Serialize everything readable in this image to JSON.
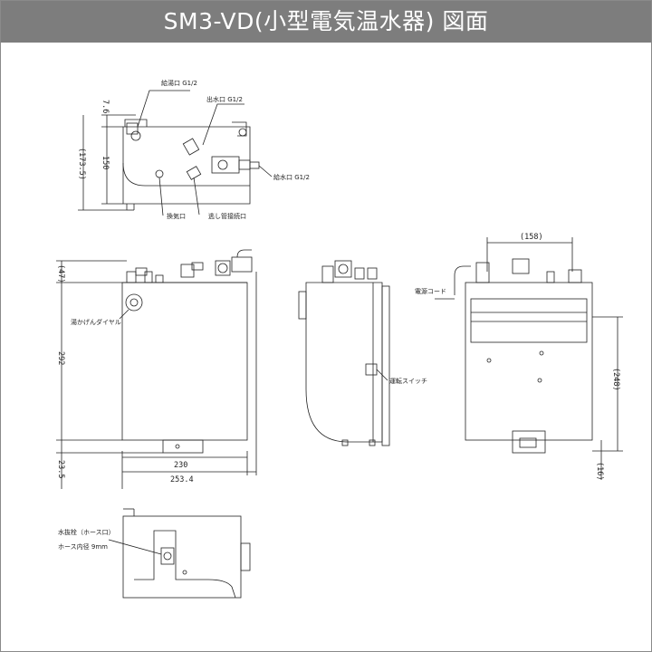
{
  "header": {
    "title": "SM3-VD(小型電気温水器) 図面"
  },
  "labels": {
    "relief_port": "給湯口 G1/2",
    "outlet": "出水口 G1/2",
    "inlet": "給水口 G1/2",
    "vent": "換気口",
    "overflow": "逃し管接続口",
    "temp_dial": "湯かげんダイヤル",
    "power_cord": "電源コード",
    "run_switch": "運転スイッチ",
    "drain_plug": "水抜栓（ホース口）",
    "hose_inner": "ホース内径 9mm"
  },
  "dimensions": {
    "top_gap": "7.6",
    "top_height": "150",
    "top_total": "(173.5)",
    "front_top": "(47)",
    "front_height": "292",
    "front_bottom": "23.5",
    "front_width": "230",
    "front_overall": "253.4",
    "back_span": "(158)",
    "back_height": "(248)",
    "back_bottom": "(16)"
  },
  "colors": {
    "title_bar": "#7d7d7d",
    "line": "#222222"
  }
}
